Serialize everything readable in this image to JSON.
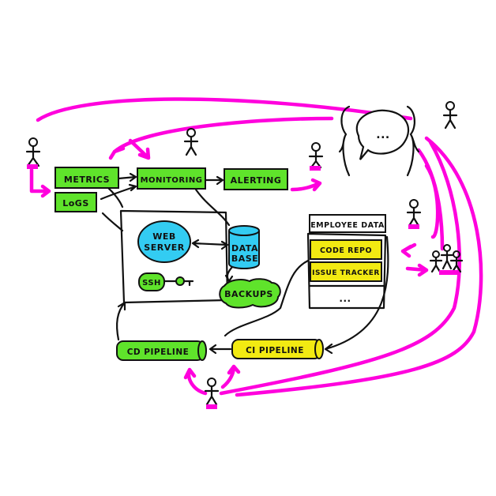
{
  "colors": {
    "green": "#5fe32b",
    "yellow": "#f2ea12",
    "cyan": "#33ccf2",
    "pink": "#ff00dd",
    "ink": "#111111"
  },
  "nodes": {
    "metrics": "METRICS",
    "logs": "LoGS",
    "monitoring": "MONITORING",
    "alerting": "ALERTING",
    "web_server_line1": "WEB",
    "web_server_line2": "SERVER",
    "database_line1": "DATA",
    "database_line2": "BASE",
    "ssh": "SSH",
    "backups": "BACKUPS",
    "employee_data": "EMPLOYEE DATA",
    "code_repo": "CODE REPO",
    "issue_tracker": "ISSUE TRACKER",
    "more": "...",
    "cd_pipeline": "CD PIPELINE",
    "ci_pipeline": "CI PIPELINE",
    "speech_bubble": "..."
  },
  "icons": {
    "person": "stick-figure-icon",
    "key": "key-icon",
    "speech": "speech-bubble-icon"
  }
}
